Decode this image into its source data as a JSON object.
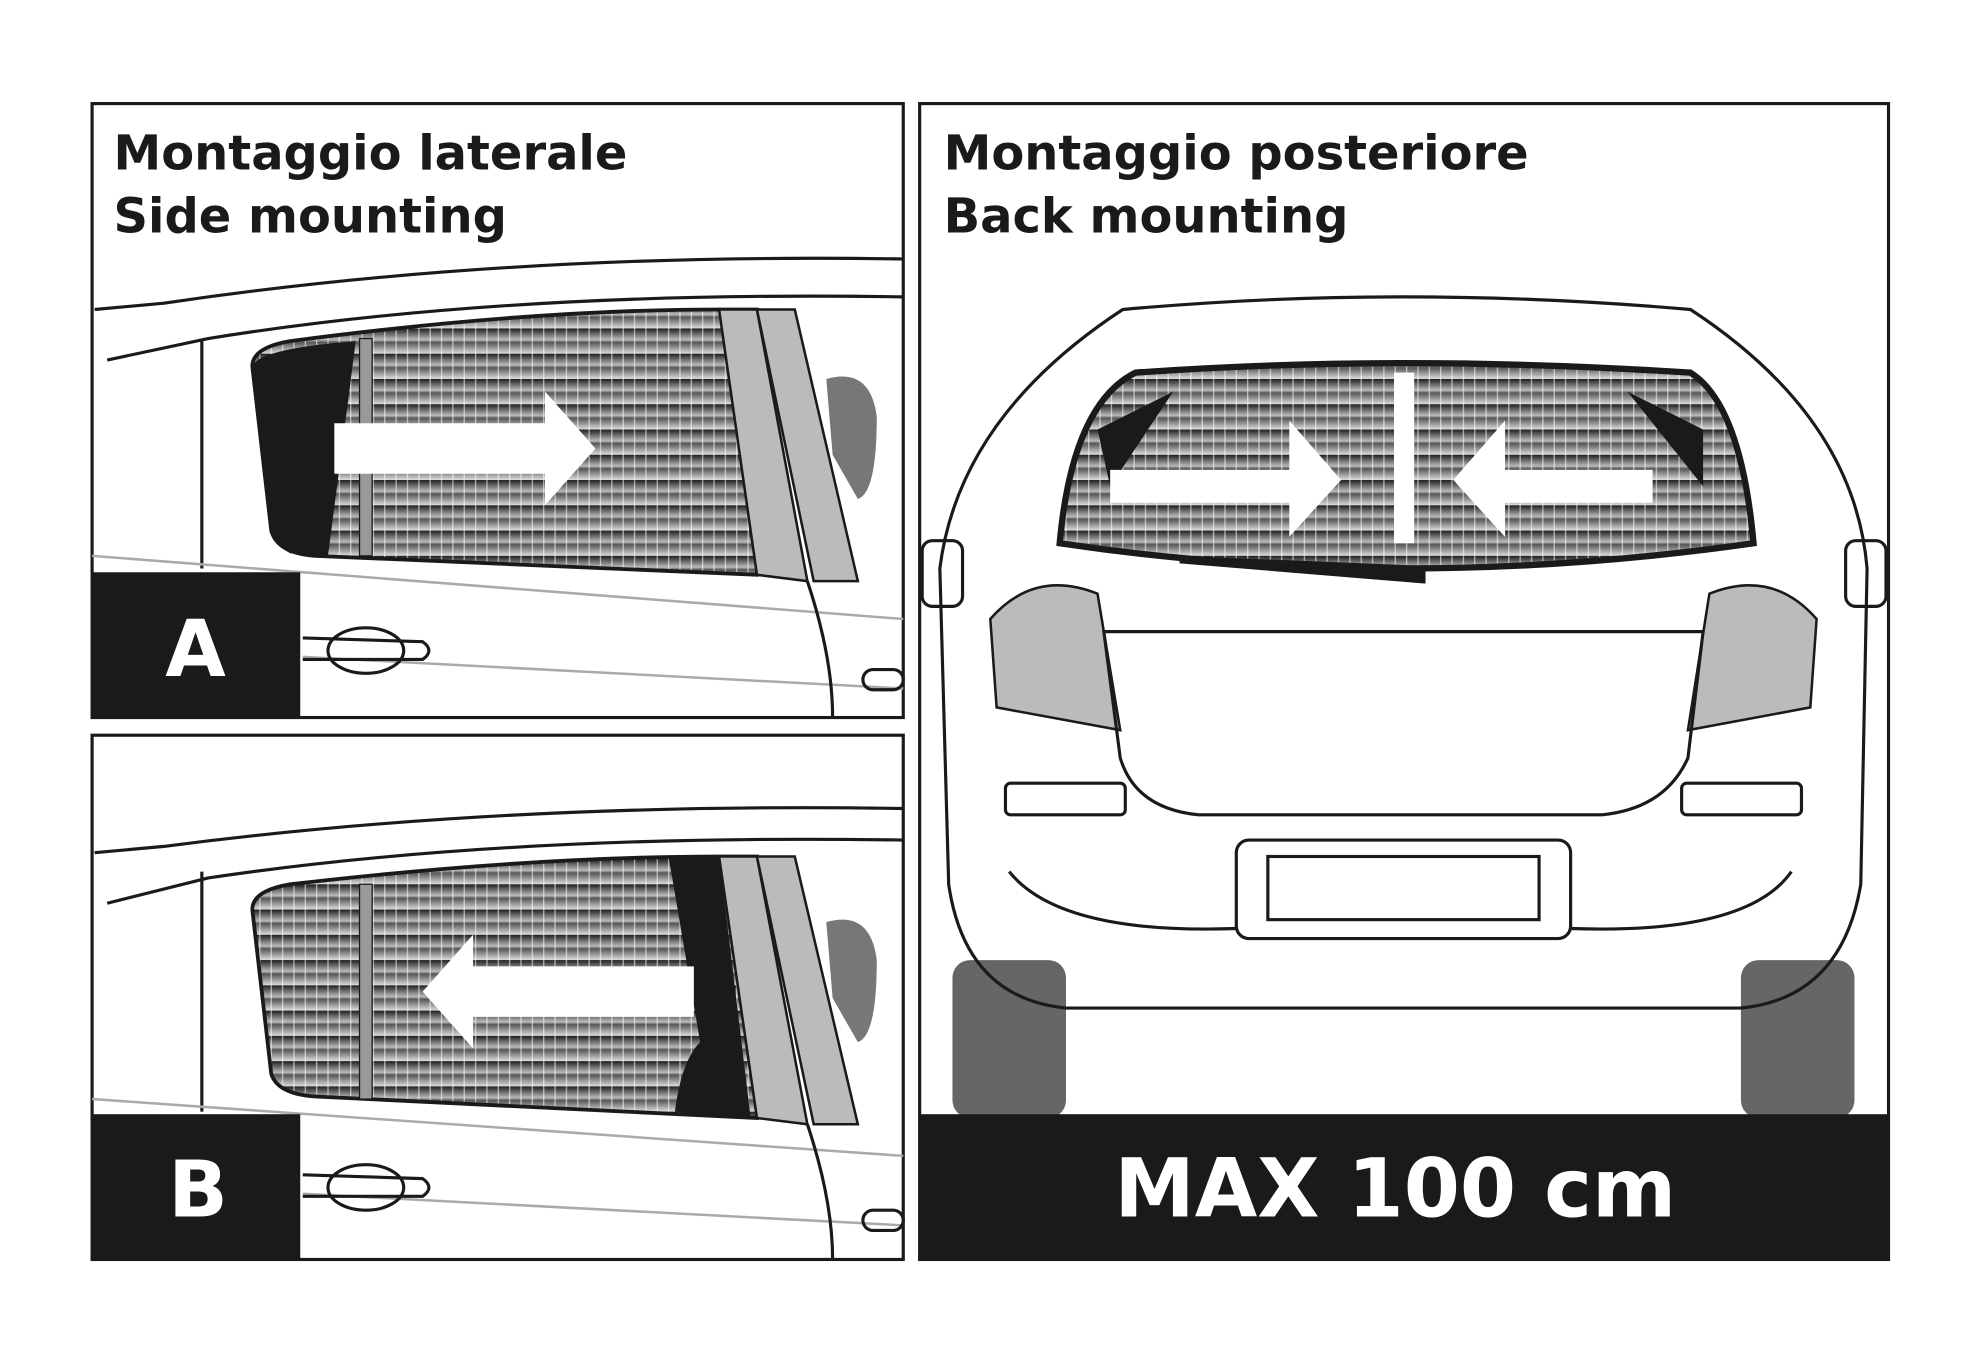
{
  "side_panel": {
    "title_it": "Montaggio laterale",
    "title_en": "Side mounting",
    "variant_a": "A",
    "variant_b": "B"
  },
  "back_panel": {
    "title_it": "Montaggio posteriore",
    "title_en": "Back mounting",
    "max_label": "MAX 100 cm"
  },
  "colors": {
    "ink": "#1a1a1a",
    "shade": "#7a7a7a",
    "light": "#c0c0c0"
  }
}
